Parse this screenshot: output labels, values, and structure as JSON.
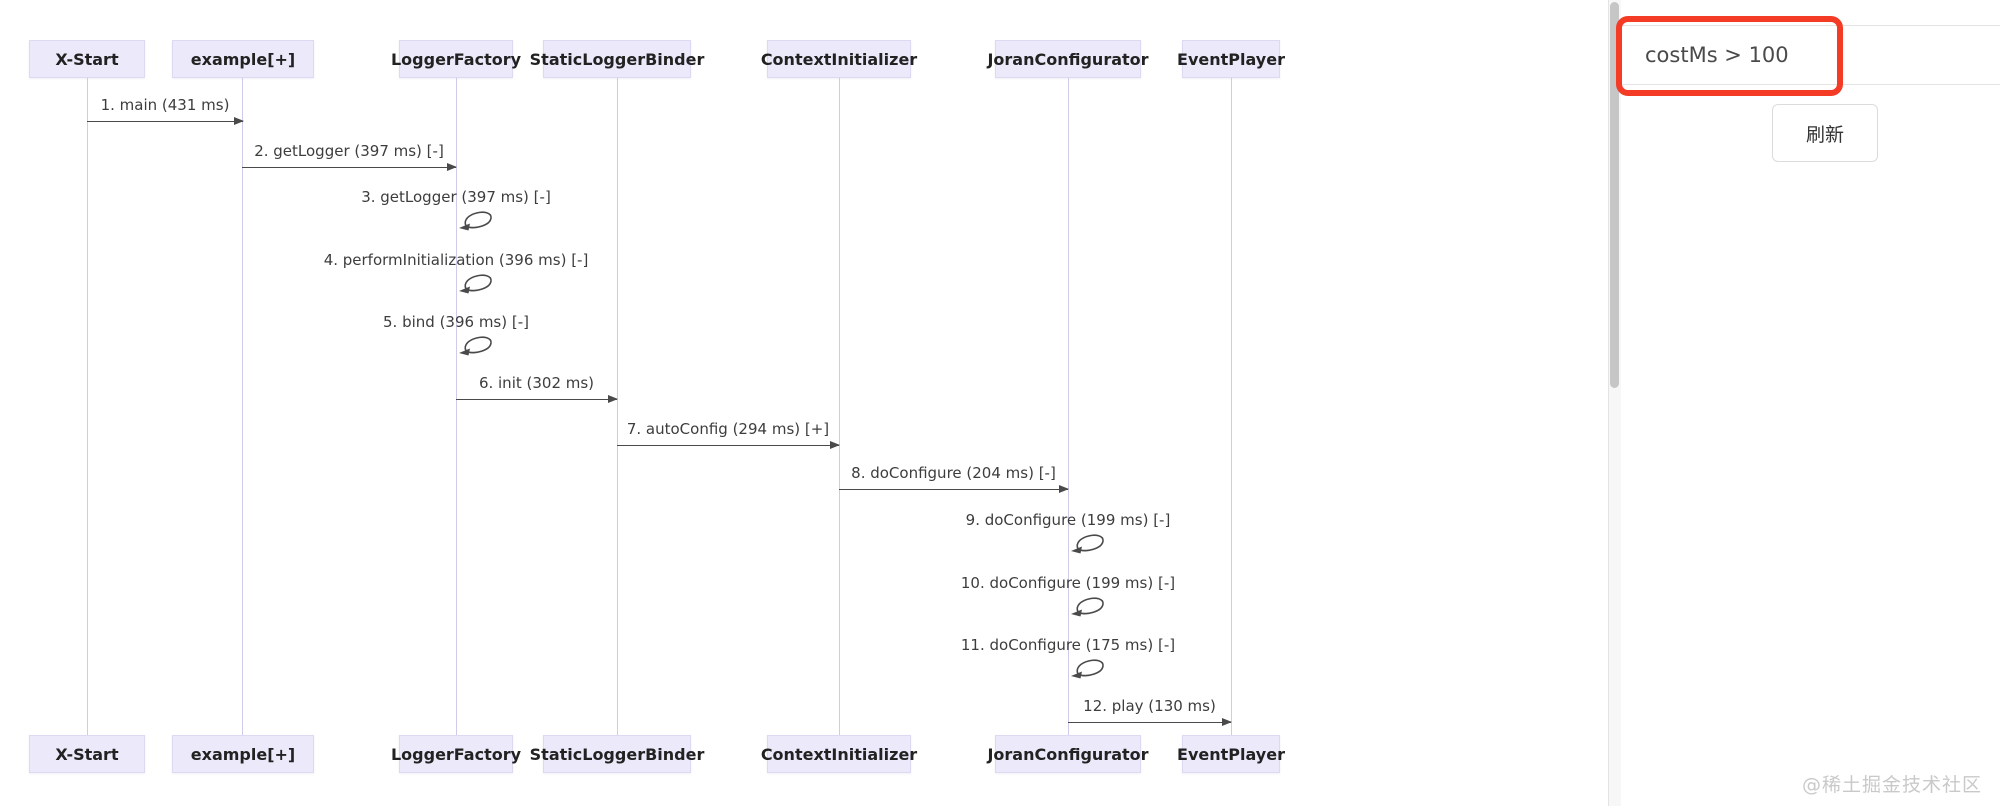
{
  "diagram": {
    "participants": [
      {
        "name": "X-Start"
      },
      {
        "name": "example[+]"
      },
      {
        "name": "LoggerFactory"
      },
      {
        "name": "StaticLoggerBinder"
      },
      {
        "name": "ContextInitializer"
      },
      {
        "name": "JoranConfigurator"
      },
      {
        "name": "EventPlayer"
      }
    ],
    "messages": [
      {
        "label": "1. main (431 ms)",
        "type": "call",
        "from": "X-Start",
        "to": "example[+]"
      },
      {
        "label": "2. getLogger (397 ms) [-]",
        "type": "call",
        "from": "example[+]",
        "to": "LoggerFactory"
      },
      {
        "label": "3. getLogger (397 ms) [-]",
        "type": "self",
        "on": "LoggerFactory"
      },
      {
        "label": "4. performInitialization (396 ms) [-]",
        "type": "self",
        "on": "LoggerFactory"
      },
      {
        "label": "5. bind (396 ms) [-]",
        "type": "self",
        "on": "LoggerFactory"
      },
      {
        "label": "6. init (302 ms)",
        "type": "call",
        "from": "LoggerFactory",
        "to": "StaticLoggerBinder"
      },
      {
        "label": "7. autoConfig (294 ms) [+]",
        "type": "call",
        "from": "StaticLoggerBinder",
        "to": "ContextInitializer"
      },
      {
        "label": "8. doConfigure (204 ms) [-]",
        "type": "call",
        "from": "ContextInitializer",
        "to": "JoranConfigurator"
      },
      {
        "label": "9. doConfigure (199 ms) [-]",
        "type": "self",
        "on": "JoranConfigurator"
      },
      {
        "label": "10. doConfigure (199 ms) [-]",
        "type": "self",
        "on": "JoranConfigurator"
      },
      {
        "label": "11. doConfigure (175 ms) [-]",
        "type": "self",
        "on": "JoranConfigurator"
      },
      {
        "label": "12. play (130 ms)",
        "type": "call",
        "from": "JoranConfigurator",
        "to": "EventPlayer"
      }
    ]
  },
  "panel": {
    "filter_input": {
      "value": "costMs > 100",
      "placeholder": ""
    },
    "refresh_button": {
      "label": "刷新"
    },
    "annotation_color": "#f43b26"
  },
  "watermark": {
    "text": "@稀土掘金技术社区"
  },
  "colors": {
    "participant_fill": "#eceafa",
    "participant_border": "#dcd9f2",
    "lifeline": "#cfccea",
    "arrow": "#4a4a4a",
    "message_text": "#3d3d3d"
  }
}
